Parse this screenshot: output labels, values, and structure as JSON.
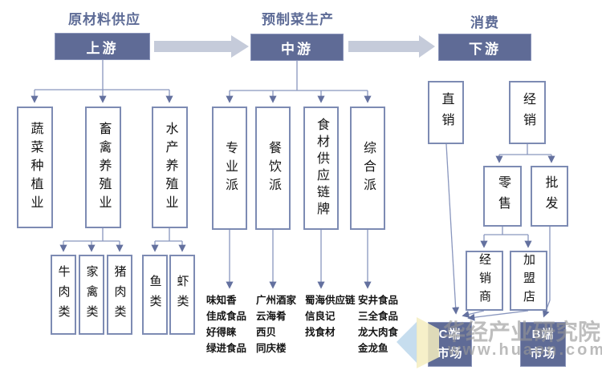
{
  "headers": [
    {
      "label": "原材料供应"
    },
    {
      "label": "预制菜生产"
    },
    {
      "label": "消费"
    }
  ],
  "stages": [
    {
      "label": "上游"
    },
    {
      "label": "中游"
    },
    {
      "label": "下游"
    }
  ],
  "upstream": {
    "categories": [
      {
        "label": "蔬菜种植业",
        "children": []
      },
      {
        "label": "畜禽养殖业",
        "children": [
          "牛肉类",
          "家禽类",
          "猪肉类"
        ]
      },
      {
        "label": "水产养殖业",
        "children": [
          "鱼类",
          "虾类"
        ]
      }
    ]
  },
  "midstream": {
    "categories": [
      {
        "label": "专业派",
        "companies": [
          "味知香",
          "佳成食品",
          "好得睐",
          "绿进食品"
        ]
      },
      {
        "label": "餐饮派",
        "companies": [
          "广州酒家",
          "云海肴",
          "西贝",
          "同庆楼"
        ]
      },
      {
        "label": "食材供应链牌",
        "companies": [
          "蜀海供应链",
          "信良记",
          "找食材"
        ]
      },
      {
        "label": "综合派",
        "companies": [
          "安井食品",
          "三全食品",
          "龙大肉食",
          "金龙鱼"
        ]
      }
    ]
  },
  "downstream": {
    "channels": [
      {
        "label": "直销"
      },
      {
        "label": "经销"
      }
    ],
    "retail_levels": [
      {
        "label": "零售"
      },
      {
        "label": "批发"
      }
    ],
    "retail_subtypes": [
      {
        "label": "经销商"
      },
      {
        "label": "加盟店"
      }
    ],
    "markets": [
      {
        "label": "C端市场",
        "line1": "C端",
        "line2": "市场"
      },
      {
        "label": "B端市场",
        "line1": "B端",
        "line2": "市场"
      }
    ]
  },
  "watermark": {
    "title": "华经产业研究院",
    "url": "www.huaon.com"
  },
  "colors": {
    "stage_fill": "#5f6b96",
    "box_border": "#7d8bb3",
    "connector_line": "#8996be",
    "arrowhead": "#64719f",
    "flow_arrow": "#c5cbda",
    "header_text": "#5d6b96",
    "watermark_gray": "#969696",
    "logo_blue": "#b8d4ea",
    "logo_yellow": "#f5edc0"
  }
}
